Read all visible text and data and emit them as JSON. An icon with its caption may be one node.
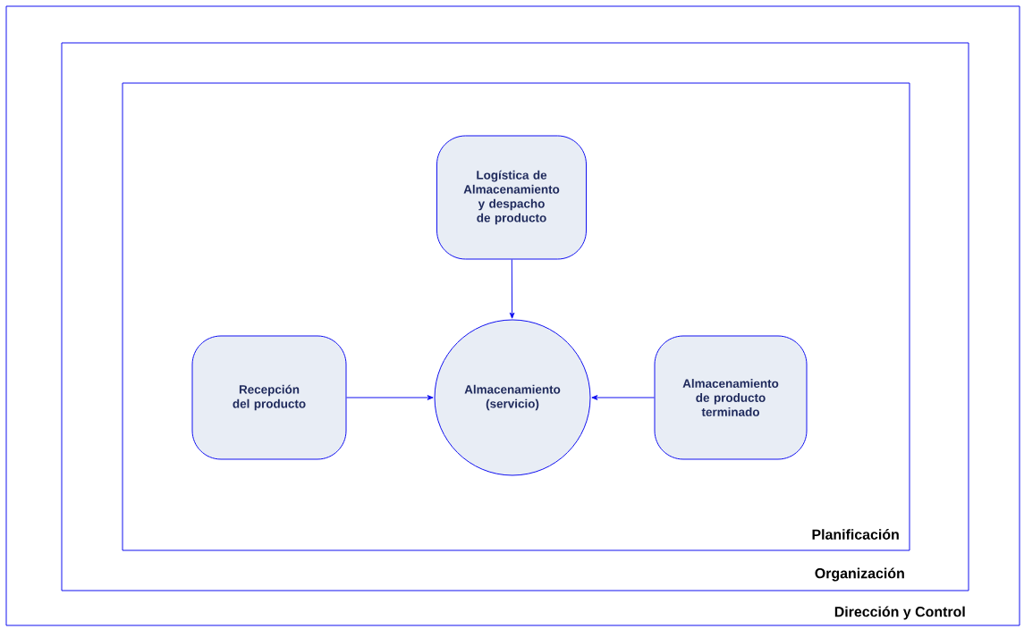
{
  "diagram": {
    "nodes": [
      {
        "text": [
          "Dirección y Control"
        ]
      },
      {
        "text": [
          "Organización"
        ],
        "in": 0
      },
      {
        "text": [
          "Planificación"
        ],
        "in": 1
      },
      {
        "text": [
          "Logística de Almacenamiento y despacho de producto"
        ],
        "in": 2
      },
      {
        "text": [
          "Recepción del producto"
        ],
        "in": 2
      },
      {
        "text": [
          "Almacenamiento (servicio)"
        ],
        "in": 2
      },
      {
        "text": [
          "Almacenamiento de producto terminado"
        ],
        "in": 2
      }
    ],
    "edges": [
      {
        "from": 3,
        "to": 5,
        "arrow": "to"
      },
      {
        "from": 4,
        "to": 5,
        "arrow": "to"
      },
      {
        "from": 6,
        "to": 5,
        "arrow": "to"
      }
    ]
  }
}
